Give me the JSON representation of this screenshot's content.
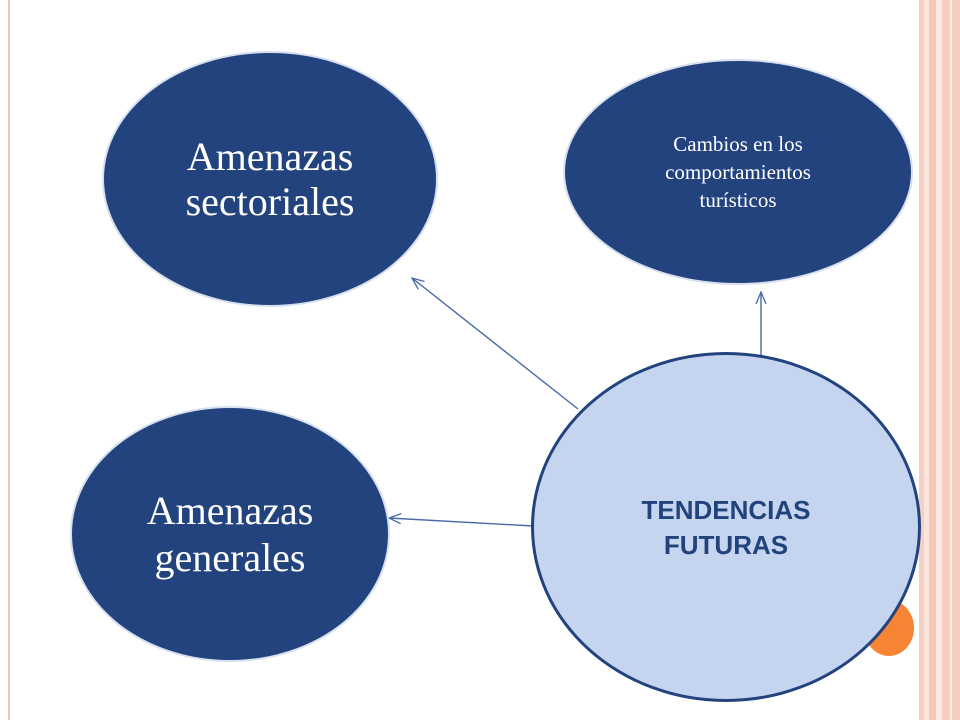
{
  "diagram": {
    "nodes": {
      "sectoriales": {
        "label": "Amenazas\nsectoriales"
      },
      "comportamientos": {
        "label": "Cambios en los\ncomportamientos\nturísticos"
      },
      "generales": {
        "label": "Amenazas\ngenerales"
      },
      "tendencias": {
        "label": "TENDENCIAS\nFUTURAS"
      }
    },
    "edges": [
      {
        "from": "tendencias",
        "to": "sectoriales"
      },
      {
        "from": "tendencias",
        "to": "comportamientos"
      },
      {
        "from": "tendencias",
        "to": "generales"
      }
    ]
  },
  "colors": {
    "node_fill_dark": "#23437e",
    "node_fill_light": "#c5d5ef",
    "node_text_dark": "#22427c",
    "connector": "#4a69a8",
    "accent_orange": "#f58435",
    "edge_decoration": "#f6cdc1"
  }
}
